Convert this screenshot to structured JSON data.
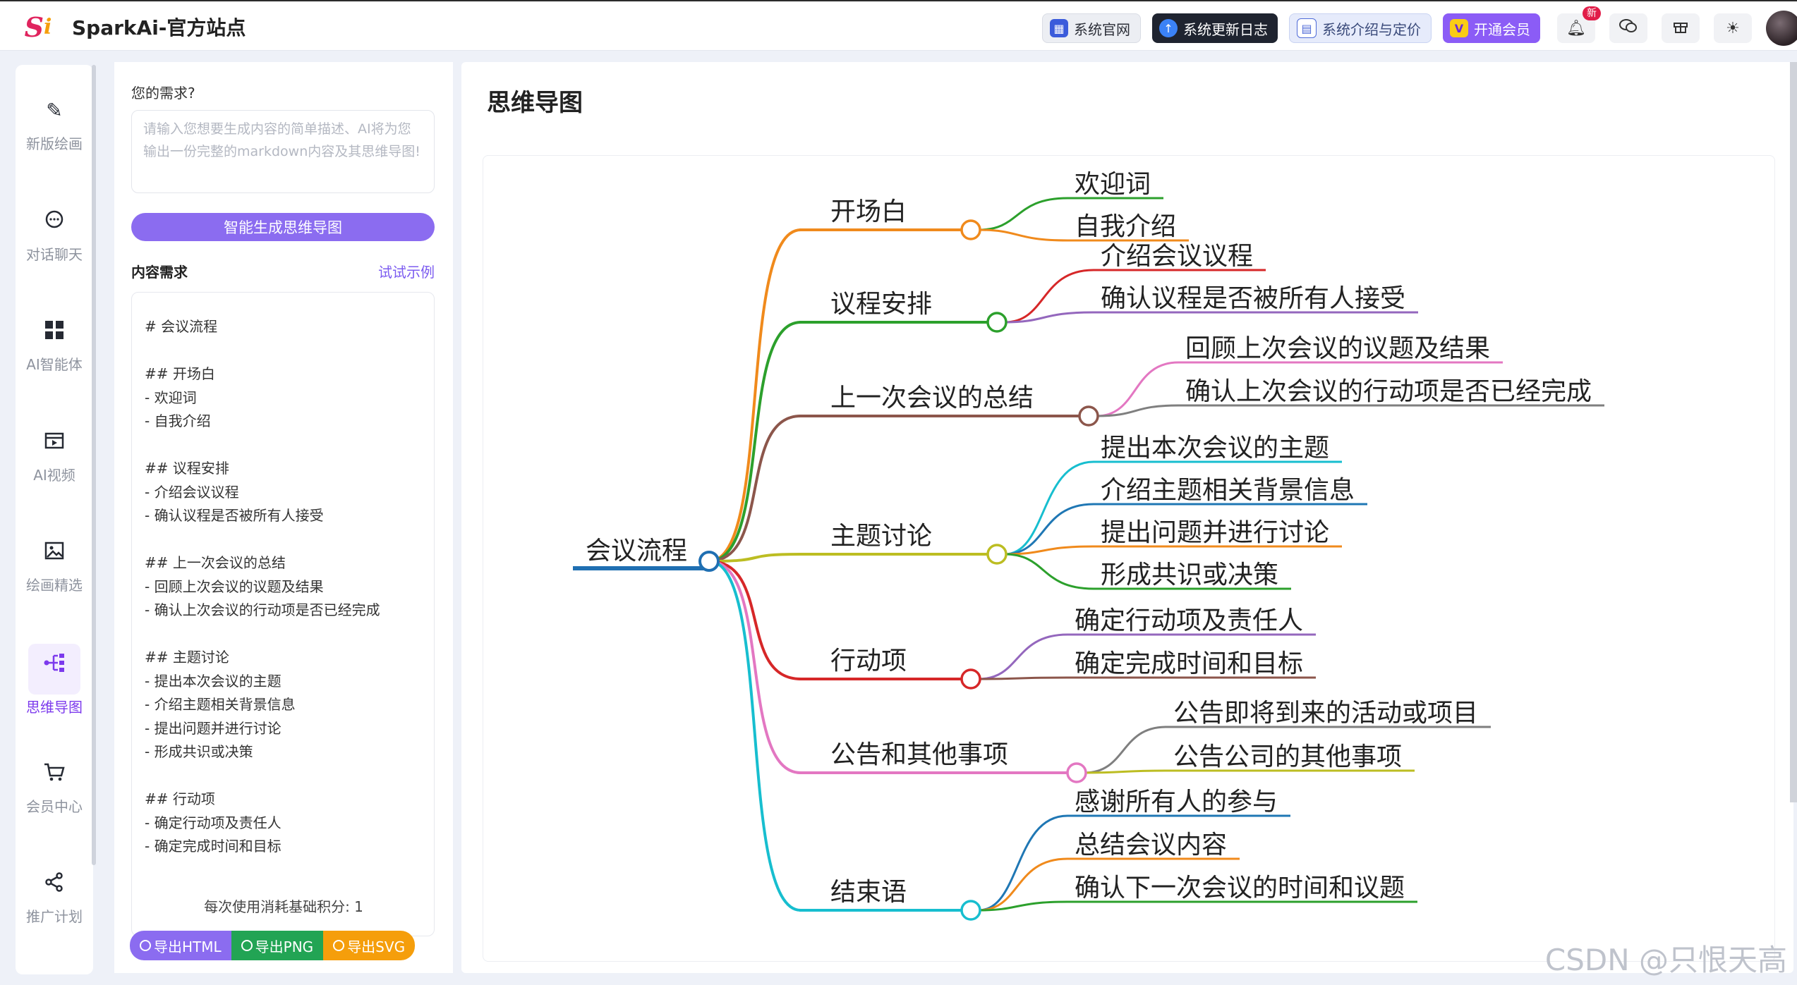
{
  "app": {
    "title": "SparkAi-官方站点"
  },
  "topbar": {
    "site_label": "系统官网",
    "changelog_label": "系统更新日志",
    "intro_label": "系统介绍与定价",
    "vip_label": "开通会员",
    "new_badge": "新"
  },
  "nav": {
    "items": [
      {
        "label": "新版绘画",
        "icon": "pen-icon"
      },
      {
        "label": "对话聊天",
        "icon": "chat-icon"
      },
      {
        "label": "AI智能体",
        "icon": "grid-icon"
      },
      {
        "label": "AI视频",
        "icon": "film-icon"
      },
      {
        "label": "绘画精选",
        "icon": "image-icon"
      },
      {
        "label": "思维导图",
        "icon": "mindmap-icon",
        "active": true
      },
      {
        "label": "会员中心",
        "icon": "cart-icon"
      },
      {
        "label": "推广计划",
        "icon": "share-icon"
      }
    ],
    "accent": "#7c3aed"
  },
  "form": {
    "need_label": "您的需求?",
    "need_placeholder": "请输入您想要生成内容的简单描述、AI将为您输出一份完整的markdown内容及其思维导图!",
    "generate_label": "智能生成思维导图",
    "content_label": "内容需求",
    "try_label": "试试示例",
    "markdown_lines": [
      "# 会议流程",
      "",
      "## 开场白",
      "- 欢迎词",
      "- 自我介绍",
      "",
      "## 议程安排",
      "- 介绍会议议程",
      "- 确认议程是否被所有人接受",
      "",
      "## 上一次会议的总结",
      "- 回顾上次会议的议题及结果",
      "- 确认上次会议的行动项是否已经完成",
      "",
      "## 主题讨论",
      "- 提出本次会议的主题",
      "- 介绍主题相关背景信息",
      "- 提出问题并进行讨论",
      "- 形成共识或决策",
      "",
      "## 行动项",
      "- 确定行动项及责任人",
      "- 确定完成时间和目标"
    ],
    "cost_text": "每次使用消耗基础积分:  1",
    "export_html": "导出HTML",
    "export_png": "导出PNG",
    "export_svg": "导出SVG"
  },
  "main": {
    "title": "思维导图",
    "watermark": "CSDN @只恨天高"
  },
  "mindmap": {
    "root": {
      "label": "会议流程",
      "color": "#1f6fb2"
    },
    "branches": [
      {
        "label": "开场白",
        "color": "#f08a1c",
        "children": [
          {
            "label": "欢迎词",
            "color": "#2ca02c"
          },
          {
            "label": "自我介绍",
            "color": "#f08a1c"
          }
        ]
      },
      {
        "label": "议程安排",
        "color": "#2ca02c",
        "children": [
          {
            "label": "介绍会议议程",
            "color": "#d62728"
          },
          {
            "label": "确认议程是否被所有人接受",
            "color": "#9467bd"
          }
        ]
      },
      {
        "label": "上一次会议的总结",
        "color": "#8c564b",
        "children": [
          {
            "label": "回顾上次会议的议题及结果",
            "color": "#e377c2"
          },
          {
            "label": "确认上次会议的行动项是否已经完成",
            "color": "#7f7f7f"
          }
        ]
      },
      {
        "label": "主题讨论",
        "color": "#bcbd22",
        "children": [
          {
            "label": "提出本次会议的主题",
            "color": "#17becf"
          },
          {
            "label": "介绍主题相关背景信息",
            "color": "#1f77b4"
          },
          {
            "label": "提出问题并进行讨论",
            "color": "#f08a1c"
          },
          {
            "label": "形成共识或决策",
            "color": "#2ca02c"
          }
        ]
      },
      {
        "label": "行动项",
        "color": "#d62728",
        "children": [
          {
            "label": "确定行动项及责任人",
            "color": "#9467bd"
          },
          {
            "label": "确定完成时间和目标",
            "color": "#8c564b"
          }
        ]
      },
      {
        "label": "公告和其他事项",
        "color": "#e377c2",
        "children": [
          {
            "label": "公告即将到来的活动或项目",
            "color": "#7f7f7f"
          },
          {
            "label": "公告公司的其他事项",
            "color": "#bcbd22"
          }
        ]
      },
      {
        "label": "结束语",
        "color": "#17becf",
        "children": [
          {
            "label": "感谢所有人的参与",
            "color": "#1f77b4"
          },
          {
            "label": "总结会议内容",
            "color": "#f08a1c"
          },
          {
            "label": "确认下一次会议的时间和议题",
            "color": "#2ca02c"
          }
        ]
      }
    ]
  }
}
